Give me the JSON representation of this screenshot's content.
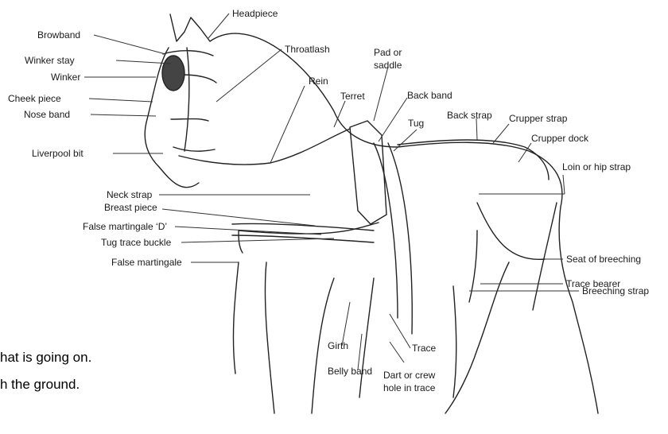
{
  "diagram": {
    "labels": {
      "headpiece": "Headpiece",
      "browband": "Browband",
      "winker_stay": "Winker stay",
      "winker": "Winker",
      "cheek_piece": "Cheek piece",
      "nose_band": "Nose band",
      "liverpool_bit": "Liverpool bit",
      "throatlash": "Throatlash",
      "rein": "Rein",
      "terret": "Terret",
      "pad_or_saddle_1": "Pad or",
      "pad_or_saddle_2": "saddle",
      "back_band": "Back band",
      "tug": "Tug",
      "back_strap": "Back strap",
      "crupper_strap": "Crupper strap",
      "crupper_dock": "Crupper dock",
      "loin_or_hip_strap": "Loin or hip strap",
      "neck_strap": "Neck strap",
      "breast_piece": "Breast piece",
      "false_martingale_d": "False martingale ‘D’",
      "tug_trace_buckle": "Tug trace buckle",
      "false_martingale": "False martingale",
      "seat_of_breeching": "Seat of breeching",
      "trace_bearer": "Trace bearer",
      "breeching_strap": "Breeching strap",
      "girth": "Girth",
      "trace": "Trace",
      "belly_band": "Belly band",
      "dart_1": "Dart or crew",
      "dart_2": "hole in trace"
    }
  },
  "partial_text": {
    "line1": "hat is going on.",
    "line2": "h the ground."
  }
}
